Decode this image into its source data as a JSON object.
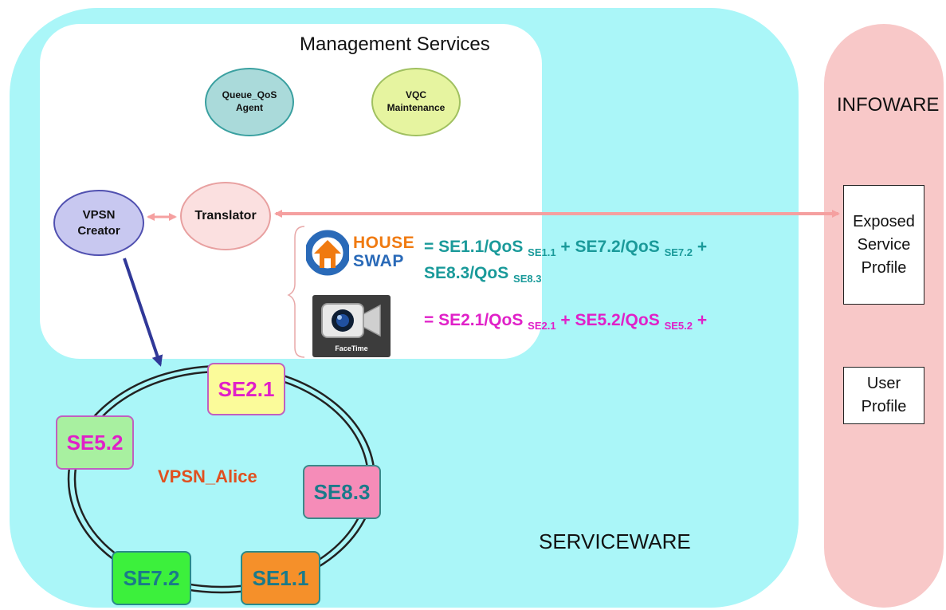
{
  "management": {
    "title": "Management Services"
  },
  "nodes": {
    "queue_qos": [
      "Queue_QoS",
      "Agent"
    ],
    "vqc": [
      "VQC",
      "Maintenance"
    ],
    "vpsn_creator": [
      "VPSN",
      "Creator"
    ],
    "translator": "Translator"
  },
  "infoware": {
    "title": "INFOWARE",
    "exposed_profile": [
      "Exposed",
      "Service",
      "Profile"
    ],
    "user_profile": [
      "User",
      "Profile"
    ]
  },
  "serviceware": {
    "title": "SERVICEWARE"
  },
  "apps": {
    "houseswap": {
      "line1": "HOUSE",
      "line2": "SWAP"
    },
    "facetime": {
      "label": "FaceTime"
    }
  },
  "equations": {
    "houseswap": {
      "line1": {
        "prefix": "= ",
        "t1": "SE1.1/QoS ",
        "s1": "SE1.1",
        "t2": " + SE7.2/QoS ",
        "s2": "SE7.2",
        "t3": " +"
      },
      "line2": {
        "t1": "SE8.3/QoS ",
        "s1": "SE8.3"
      },
      "color": "#1a9a9a"
    },
    "facetime": {
      "line1": {
        "prefix": "= ",
        "t1": "SE2.1/QoS ",
        "s1": "SE2.1",
        "t2": " + SE5.2/QoS ",
        "s2": "SE5.2",
        "t3": " +"
      },
      "color": "#e020c8"
    }
  },
  "ring": {
    "label": "VPSN_Alice",
    "elements": [
      {
        "id": "SE2.1",
        "fill": "#fbfb9a",
        "border": "#c060c0",
        "text": "#e020c8"
      },
      {
        "id": "SE5.2",
        "fill": "#a8f0a0",
        "border": "#c060c0",
        "text": "#e020c8"
      },
      {
        "id": "SE8.3",
        "fill": "#f58cb8",
        "border": "#3a8a8a",
        "text": "#1a7a8a"
      },
      {
        "id": "SE7.2",
        "fill": "#3cf03c",
        "border": "#2a8a8a",
        "text": "#1a7a8a"
      },
      {
        "id": "SE1.1",
        "fill": "#f5902a",
        "border": "#2a8a8a",
        "text": "#1a7a8a"
      }
    ]
  },
  "colors": {
    "serviceware_bg": "#aaf6f8",
    "infoware_bg": "#f8c8c8",
    "arrow_pink": "#f5a0a0",
    "arrow_blue": "#303898",
    "ring_label": "#e05020"
  }
}
